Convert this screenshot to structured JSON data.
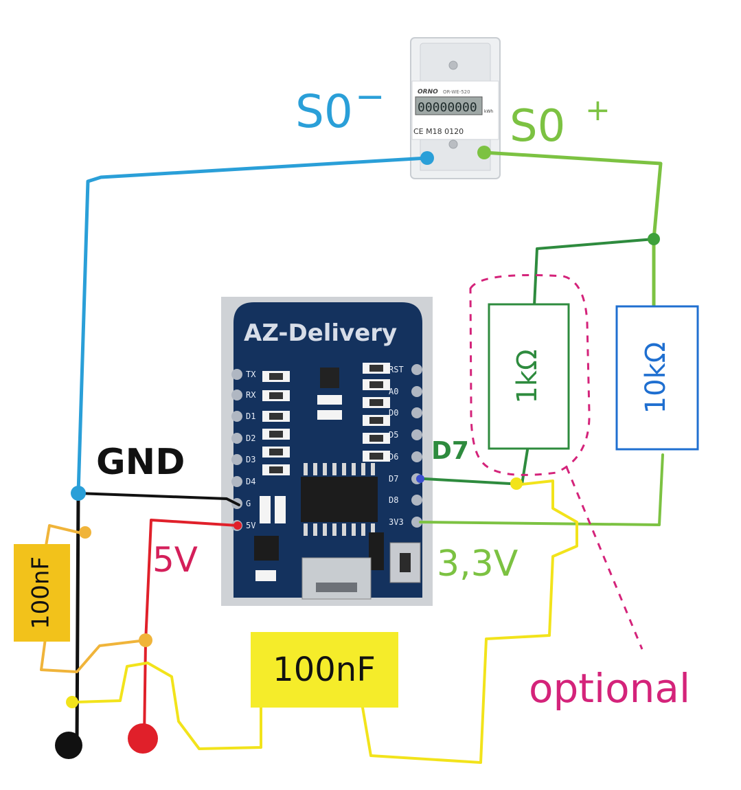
{
  "labels": {
    "s0_minus": "S0",
    "s0_minus_sup": "−",
    "s0_plus": "S0",
    "s0_plus_sup": "+",
    "gnd": "GND",
    "five_v": "5V",
    "three_v3": "3,3V",
    "d7": "D7",
    "optional": "optional"
  },
  "components": {
    "board_brand": "AZ-Delivery",
    "meter_brand": "ORNO",
    "meter_model": "OR-WE-520",
    "meter_display": "00000000",
    "meter_display_unit": "kWh",
    "meter_bottom": "CE M18 0120",
    "resistor_1k": "1kΩ",
    "resistor_10k": "10kΩ",
    "cap_left": "100nF",
    "cap_bottom": "100nF"
  },
  "board_pins": {
    "left": [
      "TX",
      "RX",
      "D1",
      "D2",
      "D3",
      "D4",
      "G",
      "5V"
    ],
    "right": [
      "RST",
      "A0",
      "D0",
      "D5",
      "D6",
      "D7",
      "D8",
      "3V3"
    ]
  },
  "colors": {
    "s0_minus_wire": "#2a9fd8",
    "s0_plus_wire": "#7cc242",
    "gnd_wire": "#111111",
    "five_v_wire": "#e0202a",
    "three_v3_wire": "#7cc242",
    "cap_wire": "#f2e31b",
    "optional_outline": "#d4237a",
    "resistor_1k": "#2e8b3e",
    "resistor_10k": "#1f6fd0",
    "board": "#14325e"
  }
}
